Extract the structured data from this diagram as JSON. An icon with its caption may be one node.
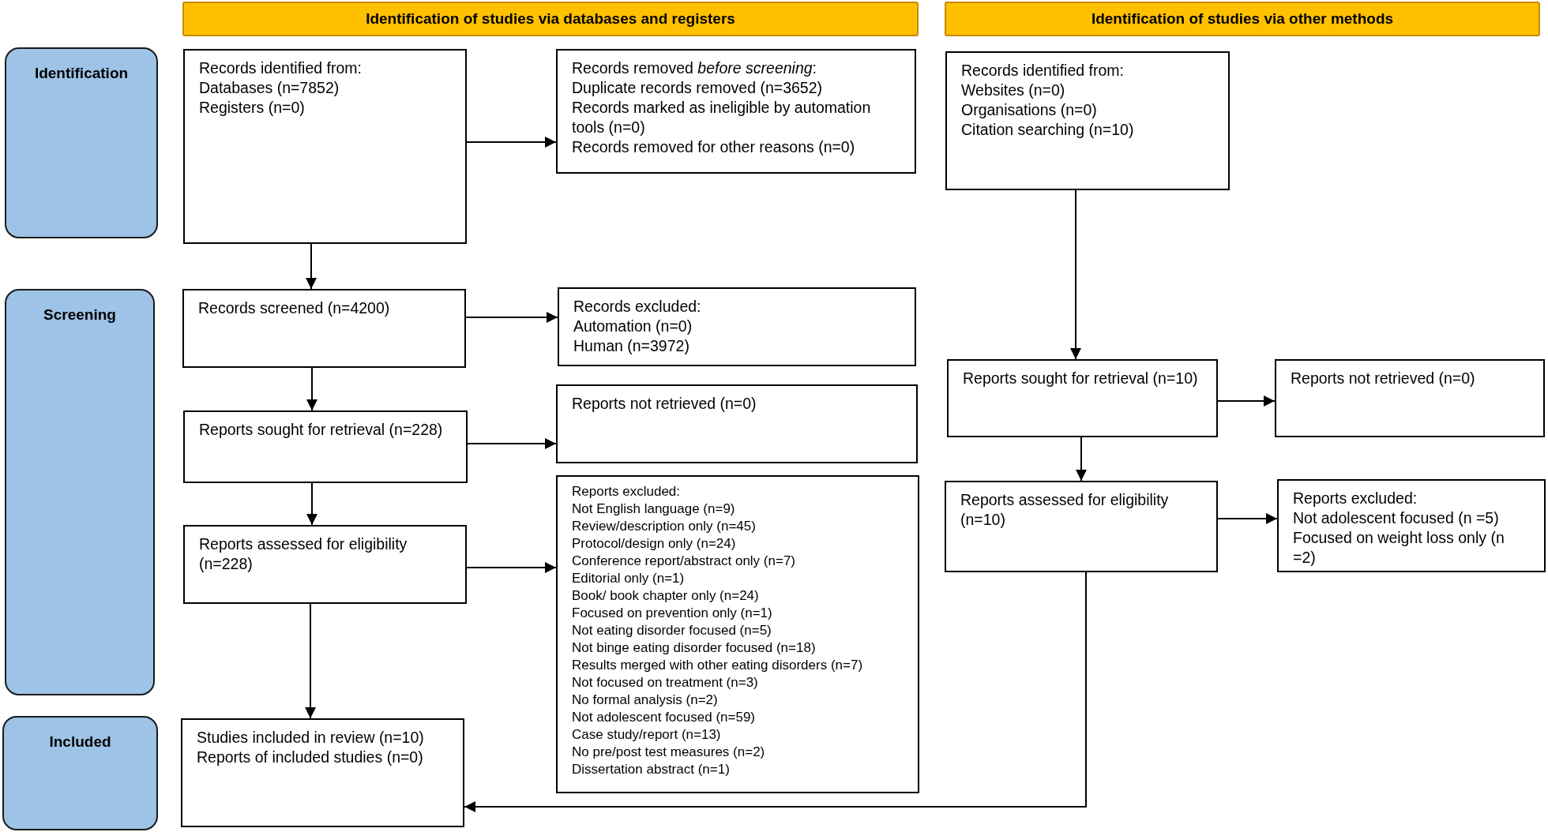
{
  "diagram": {
    "nodes": [
      {
        "text": [
          "Identification of studies via databases and registers"
        ]
      },
      {
        "text": [
          "Identification of studies via other methods"
        ]
      },
      {
        "text": [
          "Identification"
        ]
      },
      {
        "text": [
          "Screening"
        ]
      },
      {
        "text": [
          "Included"
        ]
      },
      {
        "text": [
          "Records identified from:",
          "Databases (n=7852)",
          "Registers (n=0)"
        ]
      },
      {
        "text": [
          "Records removed *before screening*:",
          "Duplicate records removed (n=3652)",
          "Records marked as ineligible by automation tools (n=0)",
          "Records removed for other reasons (n=0)"
        ]
      },
      {
        "text": [
          "Records identified from:",
          "Websites (n=0)",
          "Organisations (n=0)",
          "Citation searching (n=10)"
        ]
      },
      {
        "text": [
          "Records screened (n=4200)"
        ]
      },
      {
        "text": [
          "Records excluded:",
          "Automation (n=0)",
          "Human (n=3972)"
        ]
      },
      {
        "text": [
          "Reports sought for retrieval (n=228)"
        ]
      },
      {
        "text": [
          "Reports not retrieved (n=0)"
        ]
      },
      {
        "text": [
          "Reports assessed for eligibility (n=228)"
        ]
      },
      {
        "text": [
          "Reports excluded:",
          "Not English language (n=9)",
          "Review/description only (n=45)",
          "Protocol/design only (n=24)",
          "Conference report/abstract only (n=7)",
          "Editorial only (n=1)",
          "Book/ book chapter only (n=24)",
          "Focused on prevention only (n=1)",
          "Not eating disorder focused (n=5)",
          "Not binge eating disorder focused (n=18)",
          "Results merged with other eating disorders (n=7)",
          "Not focused on treatment (n=3)",
          "No formal analysis (n=2)",
          "Not adolescent focused (n=59)",
          "Case study/report (n=13)",
          "No pre/post test measures (n=2)",
          "Dissertation abstract (n=1)"
        ]
      },
      {
        "text": [
          "Studies included in review (n=10)",
          "Reports of included studies (n=0)"
        ]
      },
      {
        "text": [
          "Reports sought for retrieval (n=10)"
        ]
      },
      {
        "text": [
          "Reports not retrieved (n=0)"
        ]
      },
      {
        "text": [
          "Reports assessed for eligibility (n=10)"
        ]
      },
      {
        "text": [
          "Reports excluded:",
          "Not adolescent focused (n =5)",
          "Focused on weight loss only (n =2)"
        ]
      }
    ],
    "edges": [
      {
        "from": 5,
        "to": 6,
        "arrow": "to"
      },
      {
        "from": 5,
        "to": 8,
        "arrow": "to"
      },
      {
        "from": 8,
        "to": 9,
        "arrow": "to"
      },
      {
        "from": 8,
        "to": 10,
        "arrow": "to"
      },
      {
        "from": 10,
        "to": 11,
        "arrow": "to"
      },
      {
        "from": 10,
        "to": 12,
        "arrow": "to"
      },
      {
        "from": 12,
        "to": 13,
        "arrow": "to"
      },
      {
        "from": 12,
        "to": 14,
        "arrow": "to"
      },
      {
        "from": 7,
        "to": 15,
        "arrow": "to"
      },
      {
        "from": 15,
        "to": 16,
        "arrow": "to"
      },
      {
        "from": 15,
        "to": 17,
        "arrow": "to"
      },
      {
        "from": 17,
        "to": 18,
        "arrow": "to"
      },
      {
        "from": 17,
        "to": 14,
        "arrow": "to"
      }
    ]
  }
}
